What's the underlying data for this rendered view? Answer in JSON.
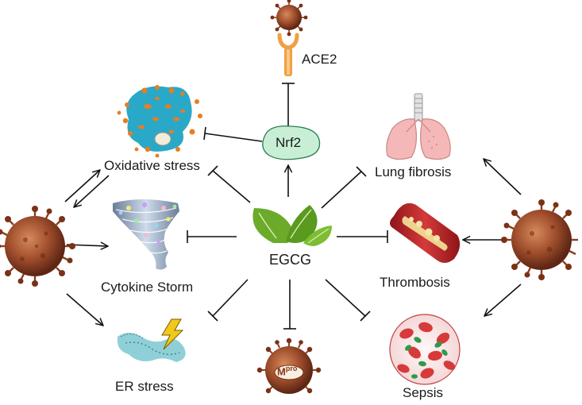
{
  "center": {
    "label": "EGCG"
  },
  "nodes": {
    "nrf2": "Nrf2",
    "ace2": "ACE2",
    "oxidative_stress": "Oxidative stress",
    "cytokine_storm": "Cytokine Storm",
    "er_stress": "ER stress",
    "lung_fibrosis": "Lung fibrosis",
    "thrombosis": "Thrombosis",
    "sepsis": "Sepsis",
    "mpro_main": "M",
    "mpro_sup": "pro"
  },
  "colors": {
    "virus": "#9a4a2a",
    "leaf": "#6cab2a",
    "nrf2_fill": "#c8efd6",
    "ace2": "#f0a040",
    "cell": "#2aa8c8",
    "lung": "#f5b8b8",
    "vessel": "#c0262a",
    "er": "#8fd0d8"
  },
  "icons": [
    "virus-icon",
    "leaf-icon",
    "cell-icon",
    "tornado-icon",
    "er-icon",
    "lightning-icon",
    "lung-icon",
    "vessel-icon",
    "blood-cells-icon",
    "ace2-receptor-icon"
  ]
}
